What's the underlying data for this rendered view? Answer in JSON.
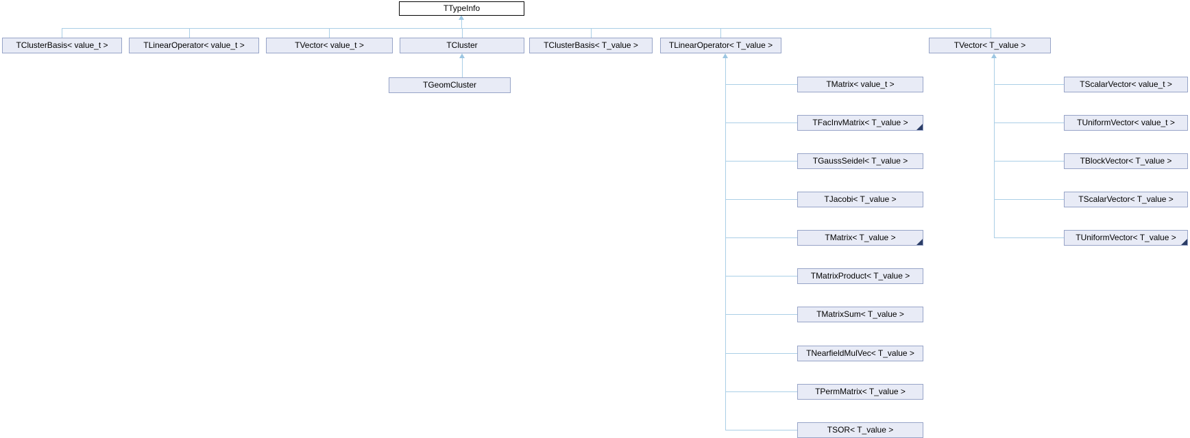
{
  "diagram": {
    "type": "class-inheritance-graph",
    "root": {
      "label": "TTypeInfo"
    },
    "row2": [
      {
        "label": "TClusterBasis< value_t >"
      },
      {
        "label": "TLinearOperator< value_t >"
      },
      {
        "label": "TVector< value_t >"
      },
      {
        "label": "TCluster"
      },
      {
        "label": "TClusterBasis< T_value >"
      },
      {
        "label": "TLinearOperator< T_value >"
      },
      {
        "label": "TVector< T_value >"
      }
    ],
    "cluster_children": [
      {
        "label": "TGeomCluster"
      }
    ],
    "linear_operator_children": [
      {
        "label": "TMatrix< value_t >",
        "has_hidden_subclasses": false
      },
      {
        "label": "TFacInvMatrix< T_value >",
        "has_hidden_subclasses": true
      },
      {
        "label": "TGaussSeidel< T_value >",
        "has_hidden_subclasses": false
      },
      {
        "label": "TJacobi< T_value >",
        "has_hidden_subclasses": false
      },
      {
        "label": "TMatrix< T_value >",
        "has_hidden_subclasses": true
      },
      {
        "label": "TMatrixProduct< T_value >",
        "has_hidden_subclasses": false
      },
      {
        "label": "TMatrixSum< T_value >",
        "has_hidden_subclasses": false
      },
      {
        "label": "TNearfieldMulVec< T_value >",
        "has_hidden_subclasses": false
      },
      {
        "label": "TPermMatrix< T_value >",
        "has_hidden_subclasses": false
      },
      {
        "label": "TSOR< T_value >",
        "has_hidden_subclasses": false
      }
    ],
    "vector_children": [
      {
        "label": "TScalarVector< value_t >",
        "has_hidden_subclasses": false
      },
      {
        "label": "TUniformVector< value_t >",
        "has_hidden_subclasses": false
      },
      {
        "label": "TBlockVector< T_value >",
        "has_hidden_subclasses": false
      },
      {
        "label": "TScalarVector< T_value >",
        "has_hidden_subclasses": false
      },
      {
        "label": "TUniformVector< T_value >",
        "has_hidden_subclasses": true
      }
    ],
    "colors": {
      "node_fill": "#e8ebf6",
      "node_border": "#96a3c7",
      "root_fill": "#ffffff",
      "root_border": "#000000",
      "edge": "#a9cee6",
      "arrowhead": "#9cc6e2",
      "fold_marker": "#2b3d66",
      "text": "#000000"
    }
  }
}
